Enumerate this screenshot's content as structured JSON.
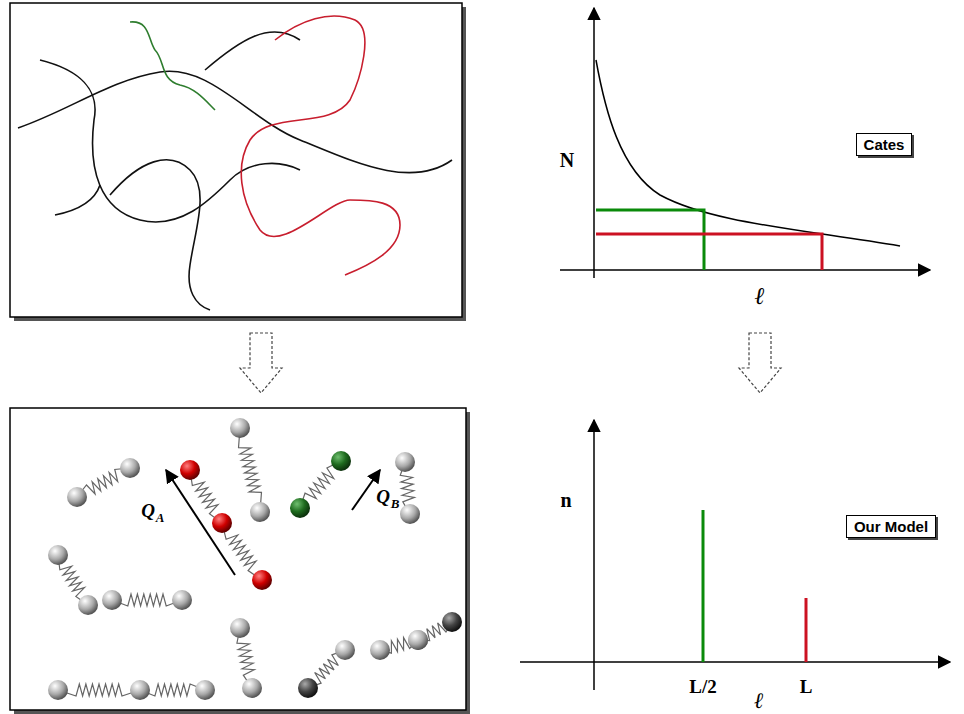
{
  "diagram": {
    "nodes": [
      {
        "text": [
          "Cates"
        ]
      },
      {
        "text": [
          "Our Model"
        ]
      }
    ],
    "labels": [
      "N",
      "ℓ",
      "Q",
      "A",
      "Q",
      "B",
      "n",
      "L/2",
      "L",
      "ℓ"
    ]
  }
}
